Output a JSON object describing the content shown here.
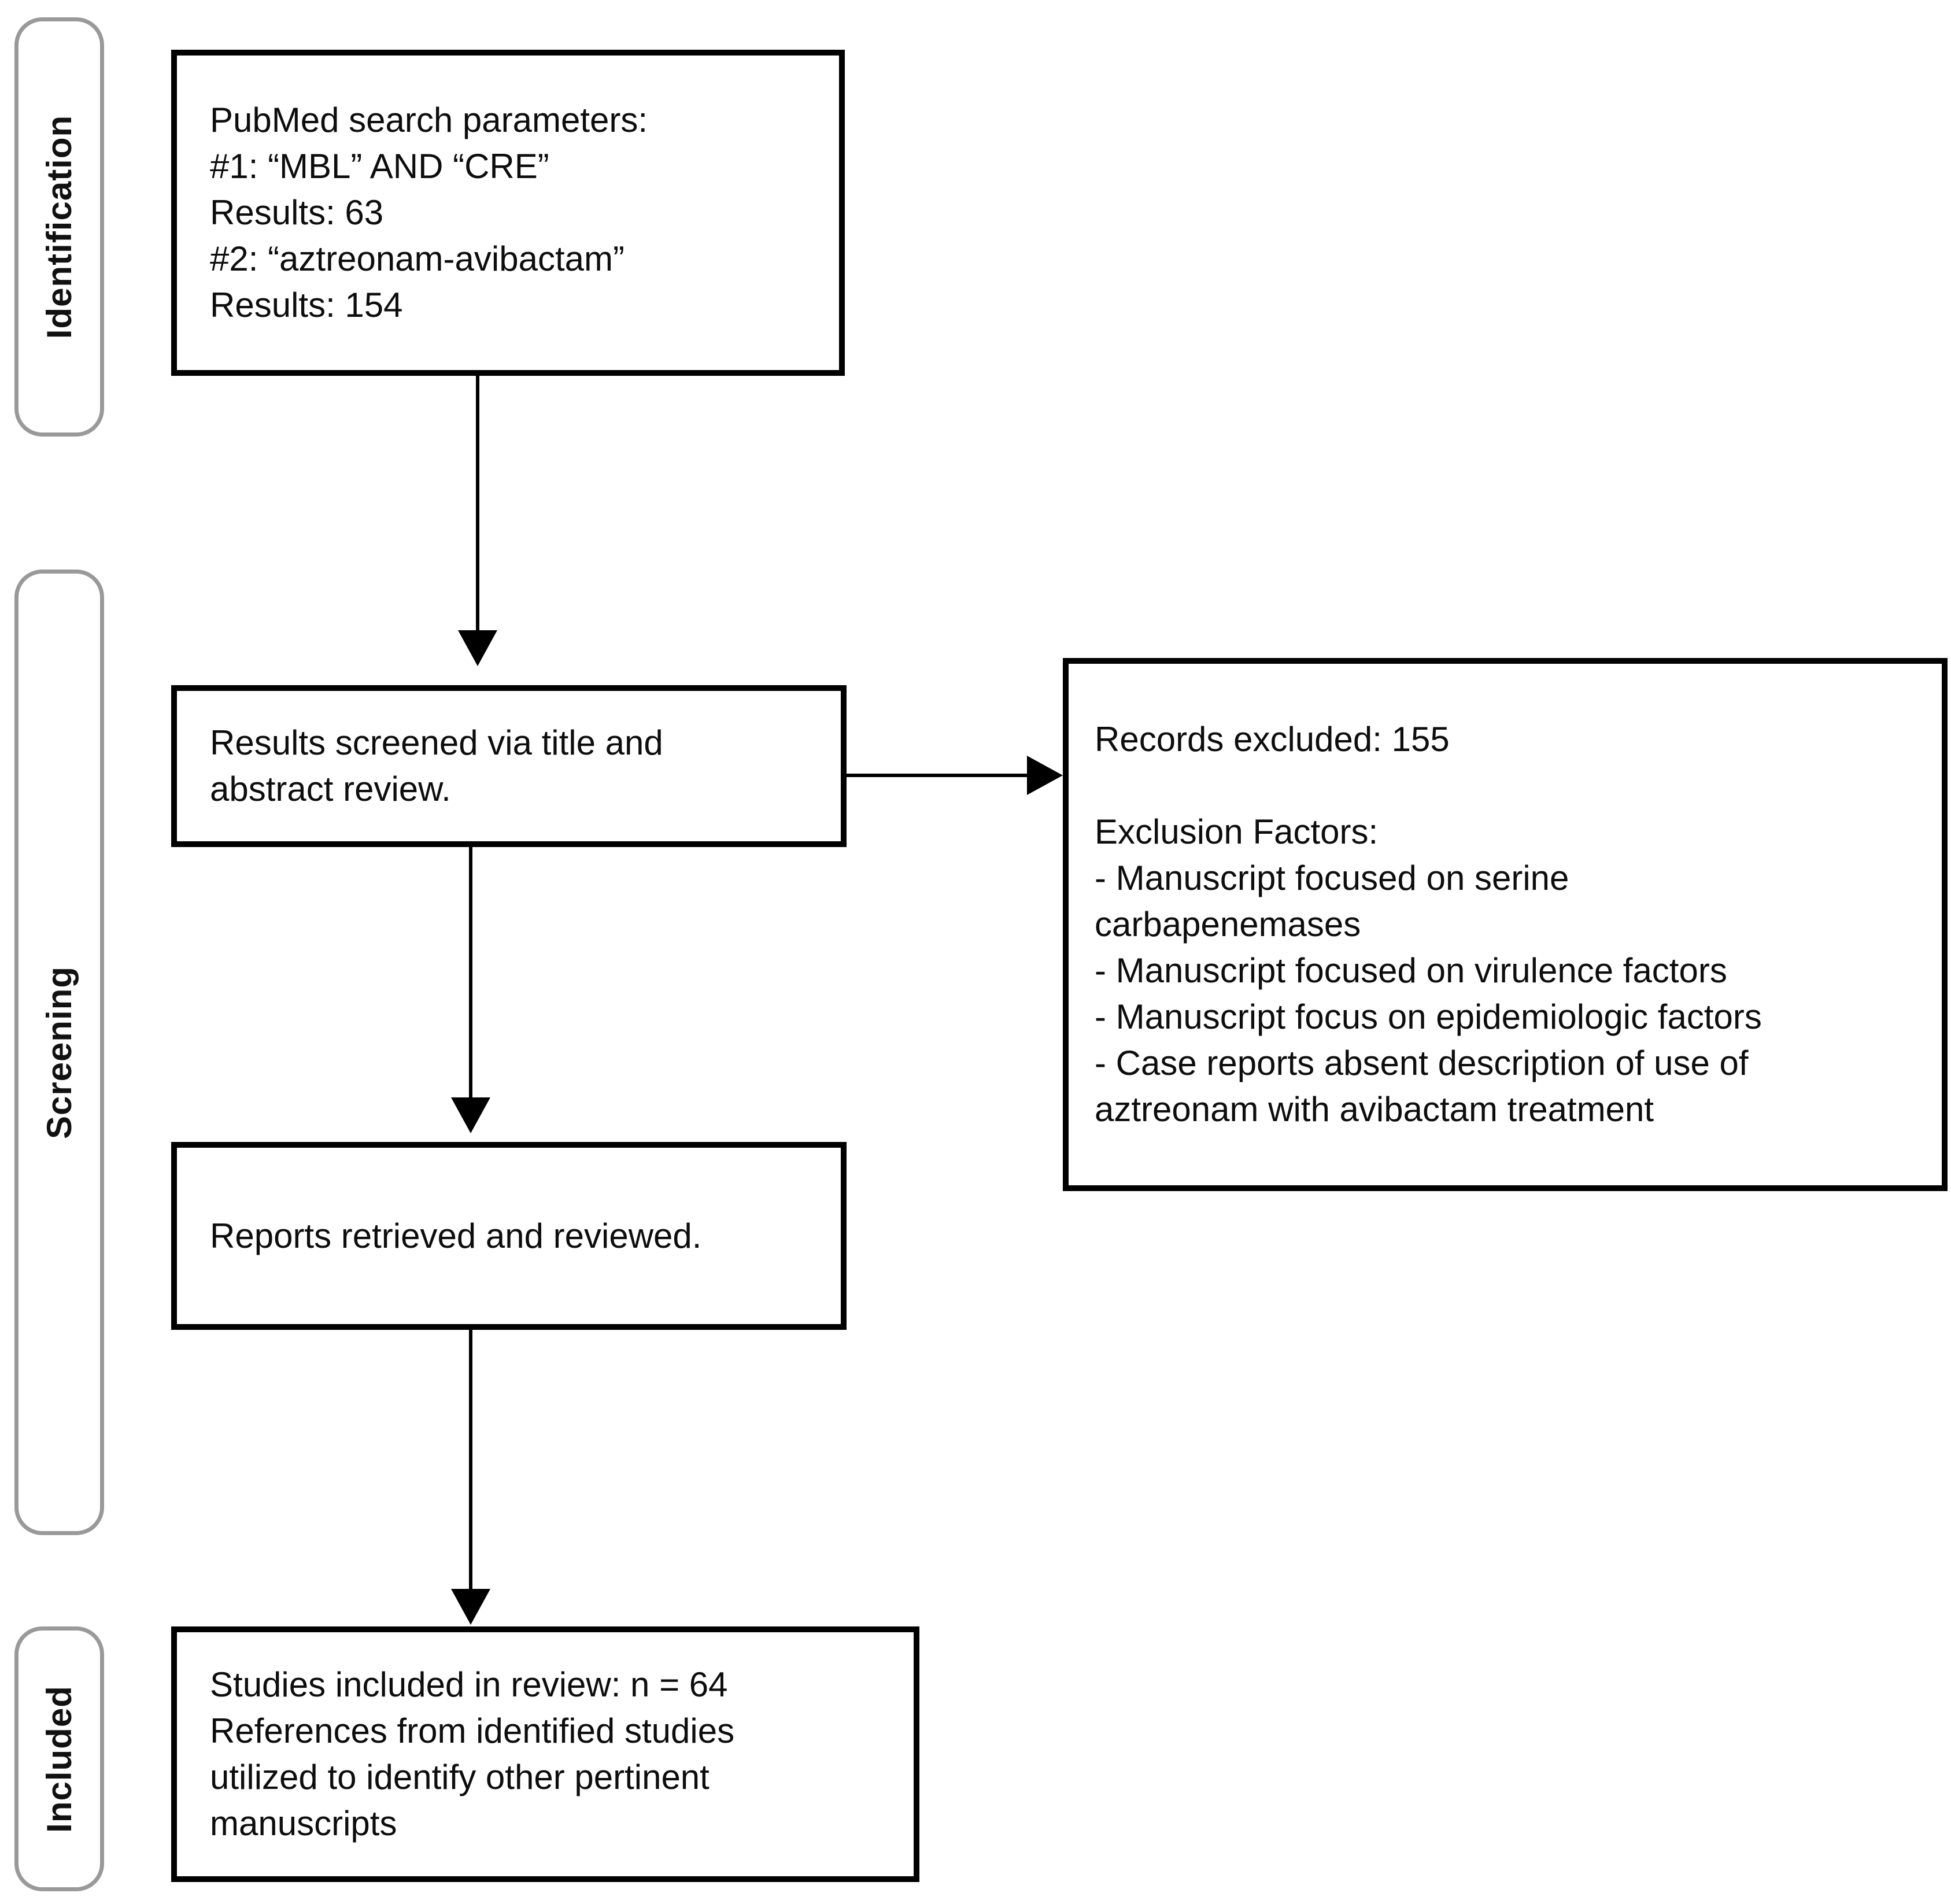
{
  "stage_rail": {
    "identification_label": "Identification",
    "screening_label": "Screening",
    "included_label": "Included"
  },
  "flow": {
    "search_box": {
      "lines": [
        "PubMed search parameters:",
        "#1: “MBL” AND “CRE”",
        "Results: 63",
        "#2: “aztreonam-avibactam”",
        "Results: 154"
      ]
    },
    "screened_box": {
      "lines": [
        "Results screened via title and",
        "abstract review."
      ]
    },
    "excluded_box": {
      "lines": [
        "Records excluded: 155",
        "",
        "Exclusion Factors:",
        "- Manuscript focused on serine",
        "carbapenemases",
        "- Manuscript focused on virulence factors",
        "- Manuscript focus on epidemiologic factors",
        "- Case reports absent description of use of",
        "aztreonam with avibactam treatment"
      ]
    },
    "retrieved_box": {
      "lines": [
        "Reports retrieved and reviewed."
      ]
    },
    "included_box": {
      "lines": [
        "Studies included in review: n = 64",
        "References from identified studies",
        "utilized to identify other pertinent",
        "manuscripts"
      ]
    }
  }
}
